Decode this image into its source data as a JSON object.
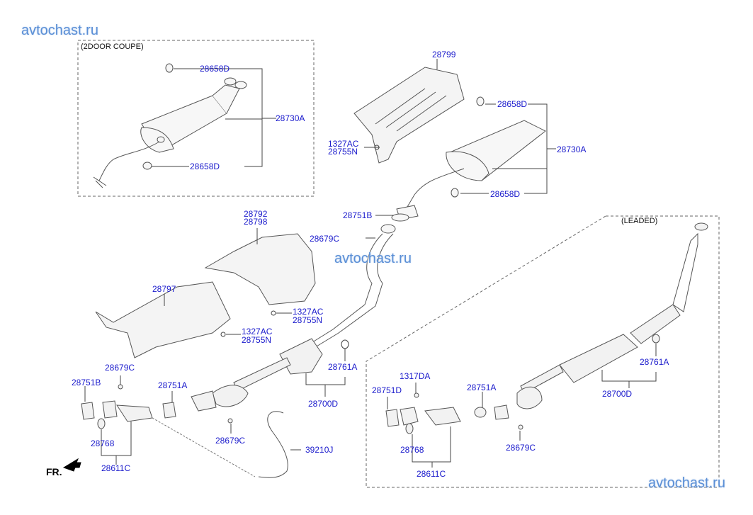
{
  "watermarks": {
    "top_left": "avtochast.ru",
    "center": "avtochast.ru",
    "bottom_right": "avtochast.ru"
  },
  "groups": {
    "coupe_note": "(2DOOR COUPE)",
    "leaded_note": "(LEADED)"
  },
  "direction_marker": {
    "label": "FR.",
    "icon": "arrow-front-left-icon"
  },
  "colors": {
    "label": "#1a1acc",
    "line": "#333333",
    "watermark": "#5b8fd6"
  },
  "coupe_labels": {
    "hanger_top": "28658D",
    "muffler": "28730A",
    "hanger_bottom": "28658D"
  },
  "main_labels": {
    "rear_heat_protector": "28799",
    "rear_nut_a": "1327AC",
    "rear_nut_b": "28755N",
    "rear_hanger_top": "28658D",
    "rear_muffler": "28730A",
    "rear_hanger_bottom": "28658D",
    "gasket_center": "28751B",
    "nut_center": "28679C",
    "center_protector_a": "28792",
    "center_protector_b": "28798",
    "front_protector": "28797",
    "center_nut_a": "1327AC",
    "center_nut_b": "28755N",
    "front_nut_a": "1327AC",
    "front_nut_b": "28755N",
    "hanger_center": "28761A",
    "center_muffler": "28700D",
    "front_nut": "28679C",
    "front_gasket_b": "28751B",
    "front_gasket_a": "28751A",
    "front_nut_2": "28679C",
    "front_hanger": "28768",
    "front_pipe": "28611C",
    "oxygen_sensor": "39210J"
  },
  "leaded_labels": {
    "bolt": "1317DA",
    "gasket_d": "28751D",
    "gasket_a": "28751A",
    "hanger_center": "28761A",
    "center_muffler": "28700D",
    "front_hanger": "28768",
    "nut": "28679C",
    "front_pipe": "28611C"
  }
}
